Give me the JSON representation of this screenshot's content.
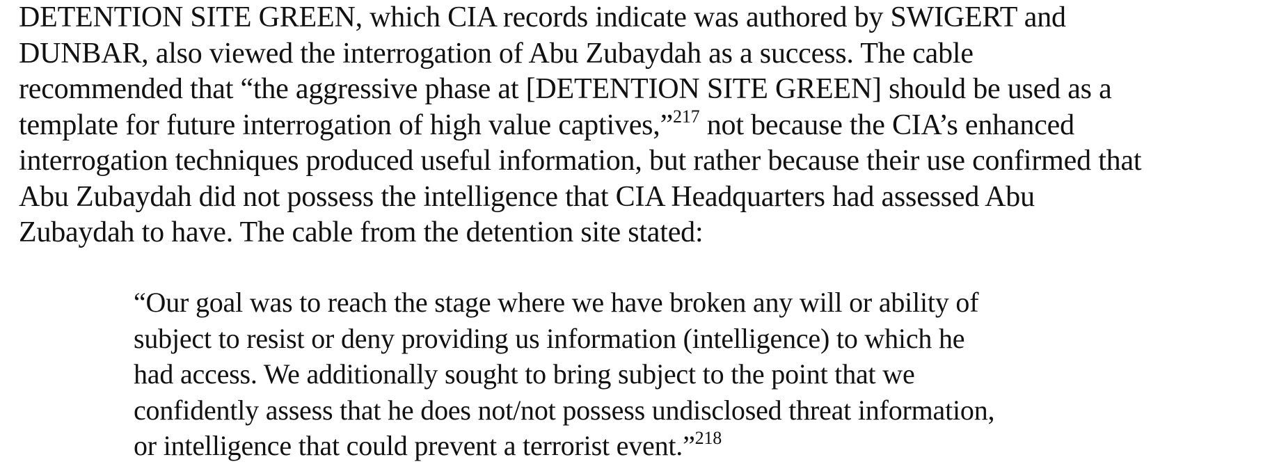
{
  "paragraph": {
    "lines": [
      "DETENTION SITE GREEN, which CIA records indicate was authored by SWIGERT and",
      "DUNBAR, also viewed the interrogation of Abu Zubaydah as a success.  The cable",
      "recommended that “the aggressive phase at [DETENTION SITE GREEN] should be used as a",
      "template for future interrogation of high value captives,”",
      " not because the CIA’s enhanced",
      "interrogation techniques produced useful information, but rather because their use confirmed that",
      "Abu Zubaydah did not possess the intelligence that CIA Headquarters had assessed Abu",
      "Zubaydah to have.  The cable from the detention site stated:"
    ],
    "footnote_ref": "217"
  },
  "quote": {
    "lines": [
      "“Our goal was to reach the stage where we have broken any will or ability of",
      "subject to resist or deny providing us information (intelligence) to which he",
      "had access. We additionally sought to bring subject to the point that we",
      "confidently assess that he does not/not possess undisclosed threat information,",
      "or intelligence that could prevent a terrorist event.”"
    ],
    "footnote_ref": "218"
  }
}
